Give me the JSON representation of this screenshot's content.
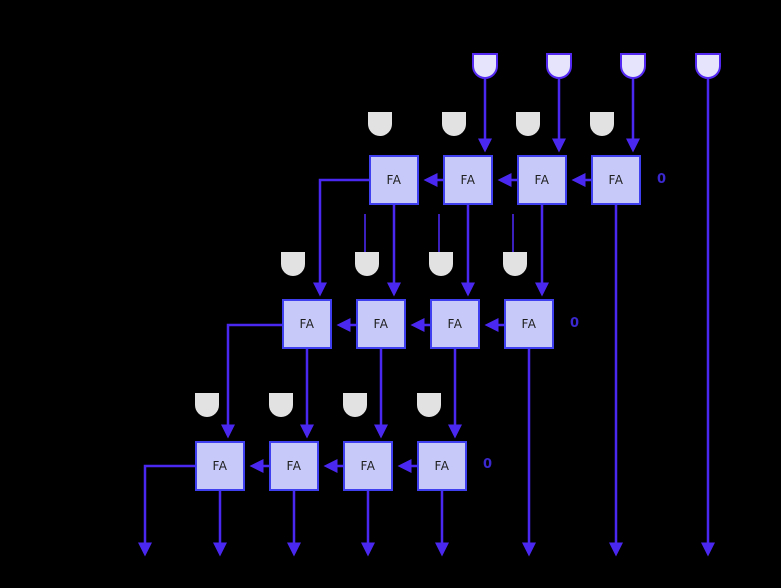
{
  "labels": {
    "fa": "FA",
    "carry_in": "0"
  },
  "colors": {
    "background": "#000000",
    "wire": "#4b28ef",
    "fa_fill": "#c7caf8",
    "fa_border": "#3f3ff0",
    "and_gate_fill": "#e5e4fc",
    "and_gate_stroke": "#5429f1",
    "gray_gate_fill": "#e2e2e2",
    "fa_text": "#1f1f1f",
    "zero_text": "#3b28cf"
  },
  "structure": {
    "type": "array-multiplier-circuit",
    "top_and_gate_count": 4,
    "adder_rows": [
      {
        "fa_count": 4,
        "gray_and_gate_count": 4,
        "carry_in_label": "0"
      },
      {
        "fa_count": 4,
        "gray_and_gate_count": 4,
        "carry_in_label": "0"
      },
      {
        "fa_count": 4,
        "gray_and_gate_count": 4,
        "carry_in_label": "0"
      }
    ],
    "output_arrow_count": 8
  }
}
